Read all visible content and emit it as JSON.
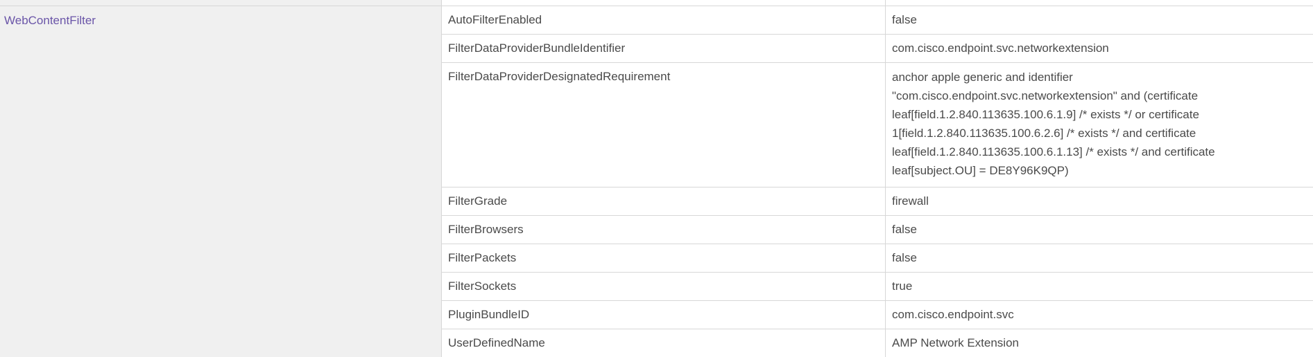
{
  "group": {
    "name": "WebContentFilter",
    "rows": [
      {
        "key": "AutoFilterEnabled",
        "value": "false"
      },
      {
        "key": "FilterDataProviderBundleIdentifier",
        "value": "com.cisco.endpoint.svc.networkextension"
      },
      {
        "key": "FilterDataProviderDesignatedRequirement",
        "value": "anchor apple generic and identifier \"com.cisco.endpoint.svc.networkextension\" and (certificate leaf[field.1.2.840.113635.100.6.1.9] /* exists */ or certificate 1[field.1.2.840.113635.100.6.2.6] /* exists */ and certificate leaf[field.1.2.840.113635.100.6.1.13] /* exists */ and certificate leaf[subject.OU] = DE8Y96K9QP)"
      },
      {
        "key": "FilterGrade",
        "value": "firewall"
      },
      {
        "key": "FilterBrowsers",
        "value": "false"
      },
      {
        "key": "FilterPackets",
        "value": "false"
      },
      {
        "key": "FilterSockets",
        "value": "true"
      },
      {
        "key": "PluginBundleID",
        "value": "com.cisco.endpoint.svc"
      },
      {
        "key": "UserDefinedName",
        "value": "AMP Network Extension"
      }
    ]
  }
}
